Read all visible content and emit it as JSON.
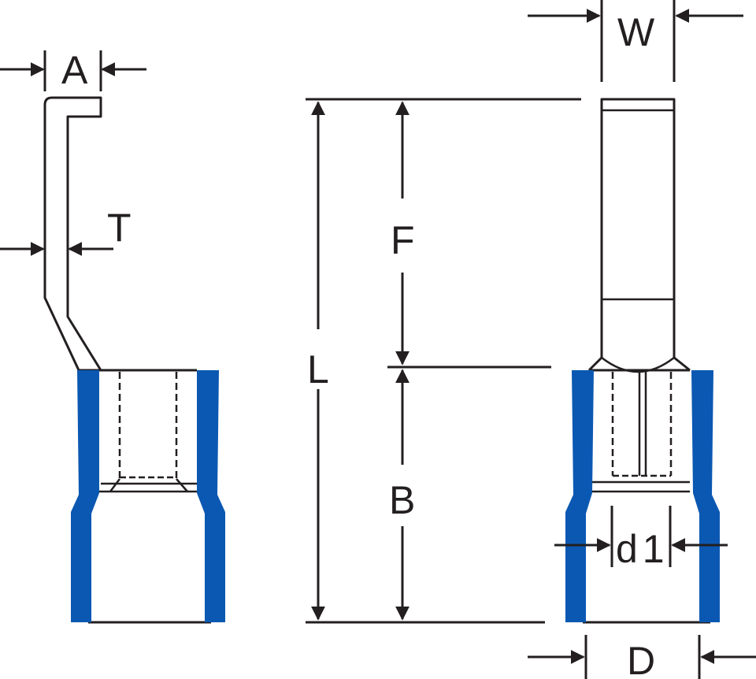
{
  "diagram": {
    "labels": {
      "A": "A",
      "T": "T",
      "W": "W",
      "F": "F",
      "L": "L",
      "B": "B",
      "d1": "d1",
      "D": "D"
    },
    "colors": {
      "insulation": "#0b58b2",
      "line": "#231f20",
      "background": "#ffffff"
    }
  }
}
